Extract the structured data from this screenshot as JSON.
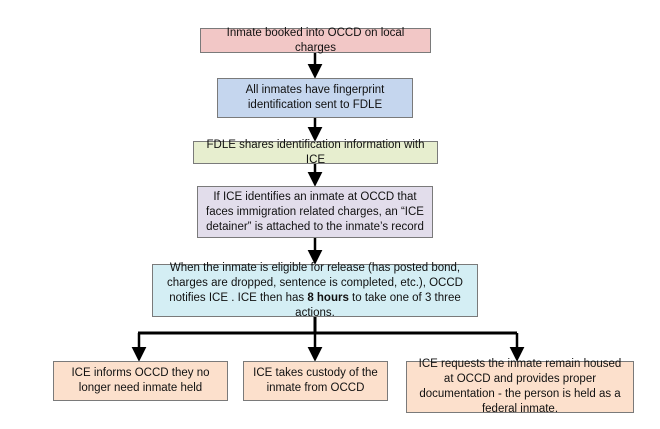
{
  "colors": {
    "box1_fill": "#F2C7C6",
    "box2_fill": "#C5D6EE",
    "box3_fill": "#E7EECF",
    "box4_fill": "#E2DDEB",
    "box5_fill": "#D4EEF4",
    "outcome_fill": "#FCE0CC",
    "connector": "#000000"
  },
  "flow": {
    "step1": "Inmate booked into OCCD on local charges",
    "step2": "All inmates have fingerprint identification sent to FDLE",
    "step3": "FDLE shares identification information with ICE",
    "step4": "If ICE identifies an inmate at OCCD that faces immigration related charges, an “ICE detainer” is attached to the inmate’s record",
    "step5": {
      "text_before": "When the inmate is eligible for release (has posted bond, charges are dropped, sentence is completed, etc.), OCCD notifies ICE .  ICE then has ",
      "bold": "8 hours",
      "text_after": " to take one of 3 three actions."
    }
  },
  "outcomes": [
    "ICE informs OCCD they no longer need inmate held",
    "ICE takes custody of the inmate from OCCD",
    "ICE requests the inmate remain housed at OCCD and provides proper documentation - the person is held as a federal inmate."
  ]
}
